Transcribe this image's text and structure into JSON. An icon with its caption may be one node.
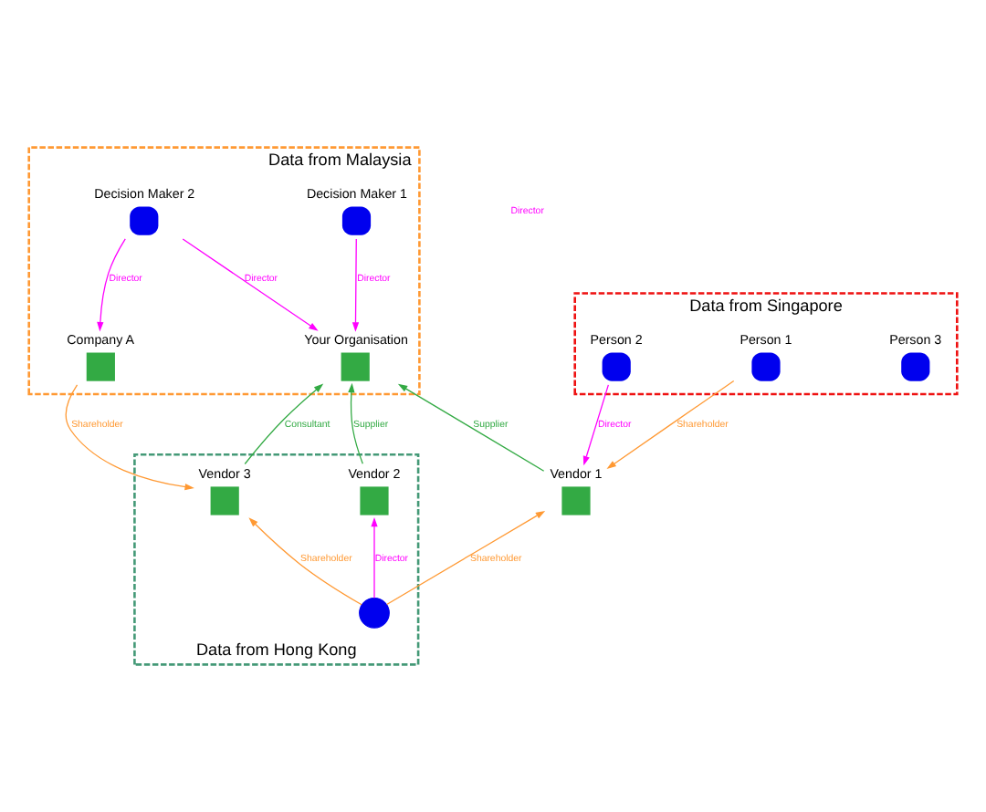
{
  "diagram": {
    "nodes": [
      {
        "text": [
          "Data from Malaysia"
        ]
      },
      {
        "text": [
          "Decision Maker 1"
        ],
        "in": 0
      },
      {
        "text": [
          "Decision Maker 2"
        ],
        "in": 0
      },
      {
        "text": [
          "Your Organisation"
        ],
        "in": 0
      },
      {
        "text": [
          "Company A"
        ],
        "in": 0
      },
      {
        "text": [
          "Data from Singapore"
        ]
      },
      {
        "text": [
          "Person 3"
        ],
        "in": 5
      },
      {
        "text": [
          "Person 2"
        ],
        "in": 5
      },
      {
        "text": [
          "Person 1"
        ],
        "in": 5
      },
      {
        "text": [
          "Vendor 1"
        ]
      },
      {
        "text": [
          "Data from Hong Kong"
        ]
      },
      {
        "text": [
          "Vendor 2"
        ],
        "in": 10
      },
      {
        "text": [
          "Vendor 3"
        ],
        "in": 10
      },
      {
        "text": [],
        "shape": "circle",
        "in": 10
      }
    ],
    "edges": [
      {
        "from": 1,
        "to": 3,
        "arrow": "to",
        "label": "Director",
        "color": "#ff00ff"
      },
      {
        "from": 2,
        "to": 3,
        "arrow": "to",
        "label": "Director",
        "color": "#ff00ff"
      },
      {
        "from": 2,
        "to": 4,
        "arrow": "to",
        "label": "Director",
        "color": "#ff00ff"
      },
      {
        "from": 7,
        "to": 9,
        "arrow": "to",
        "label": "Director",
        "color": "#ff00ff"
      },
      {
        "from": 8,
        "to": 9,
        "arrow": "to",
        "label": "Shareholder",
        "color": "#ff9933"
      },
      {
        "from": 9,
        "to": 3,
        "arrow": "to",
        "label": "Supplier",
        "color": "#33aa44"
      },
      {
        "from": 11,
        "to": 3,
        "arrow": "to",
        "label": "Supplier",
        "color": "#33aa44"
      },
      {
        "from": 12,
        "to": 3,
        "arrow": "to",
        "label": "Consultant",
        "color": "#33aa44"
      },
      {
        "from": 4,
        "to": 12,
        "arrow": "to",
        "label": "Shareholder",
        "color": "#ff9933"
      },
      {
        "from": 13,
        "to": 9,
        "arrow": "to",
        "label": "Shareholder",
        "color": "#ff9933"
      },
      {
        "from": 13,
        "to": 11,
        "arrow": "to",
        "label": "Director",
        "color": "#ff00ff"
      },
      {
        "from": 13,
        "to": 12,
        "arrow": "to",
        "label": "Shareholder",
        "color": "#ff9933"
      }
    ],
    "labels": [
      "Director"
    ]
  }
}
